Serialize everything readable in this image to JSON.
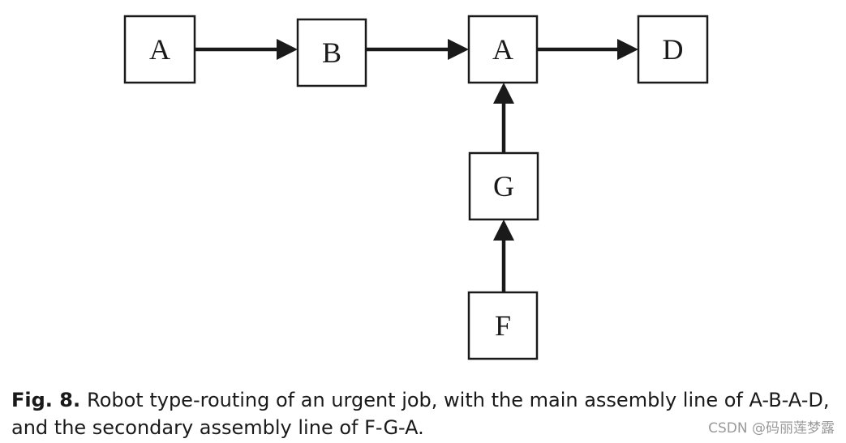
{
  "diagram": {
    "nodes": [
      {
        "id": "n1",
        "label": "A"
      },
      {
        "id": "n2",
        "label": "B"
      },
      {
        "id": "n3",
        "label": "A"
      },
      {
        "id": "n4",
        "label": "D"
      },
      {
        "id": "n5",
        "label": "G"
      },
      {
        "id": "n6",
        "label": "F"
      }
    ],
    "edges": [
      {
        "from": "n1",
        "to": "n2"
      },
      {
        "from": "n2",
        "to": "n3"
      },
      {
        "from": "n3",
        "to": "n4"
      },
      {
        "from": "n6",
        "to": "n5"
      },
      {
        "from": "n5",
        "to": "n3"
      }
    ]
  },
  "caption": {
    "label": "Fig. 8.",
    "text": "Robot type-routing of an urgent job, with the main assembly line of A-B-A-D, and the secondary assembly line of F-G-A."
  },
  "watermark": "CSDN @码丽莲梦露"
}
